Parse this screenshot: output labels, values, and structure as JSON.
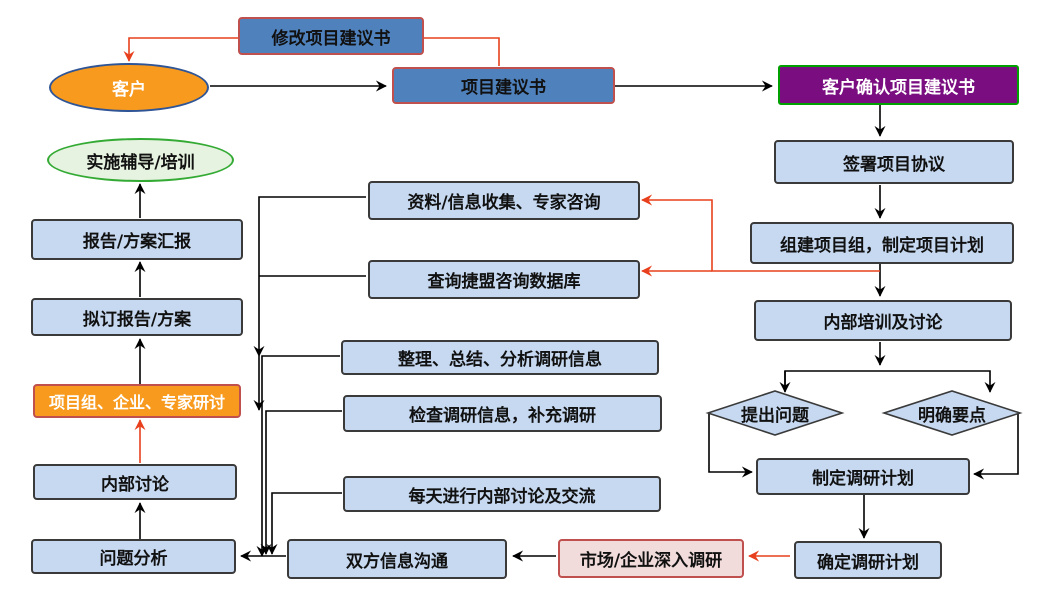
{
  "nodes": {
    "modify_proposal": "修改项目建议书",
    "client": "客户",
    "project_proposal": "项目建议书",
    "client_confirm": "客户确认项目建议书",
    "sign_agreement": "签署项目协议",
    "form_team": "组建项目组，制定项目计划",
    "internal_training": "内部培训及讨论",
    "raise_questions": "提出问题",
    "clarify_points": "明确要点",
    "make_research_plan": "制定调研计划",
    "confirm_research_plan": "确定调研计划",
    "market_research": "市场/企业深入调研",
    "two_way_comm": "双方信息沟通",
    "problem_analysis": "问题分析",
    "internal_discussion": "内部讨论",
    "joint_workshop": "项目组、企业、专家研讨",
    "draft_report": "拟订报告/方案",
    "report_presentation": "报告/方案汇报",
    "implementation": "实施辅导/培训",
    "collect_info": "资料/信息收集、专家咨询",
    "query_database": "查询捷盟咨询数据库",
    "organize_info": "整理、总结、分析调研信息",
    "check_info": "检查调研信息，补充调研",
    "daily_discussion": "每天进行内部讨论及交流"
  },
  "colors": {
    "light_blue_fill": "#c6d9f1",
    "blue_fill": "#4f81bd",
    "purple_fill": "#7a0e80",
    "orange_fill": "#f79a1e",
    "pink_fill": "#f2dcdb",
    "green_oval_fill": "#e6f3e0",
    "red_arrow": "#e8401c",
    "black_arrow": "#000000"
  }
}
